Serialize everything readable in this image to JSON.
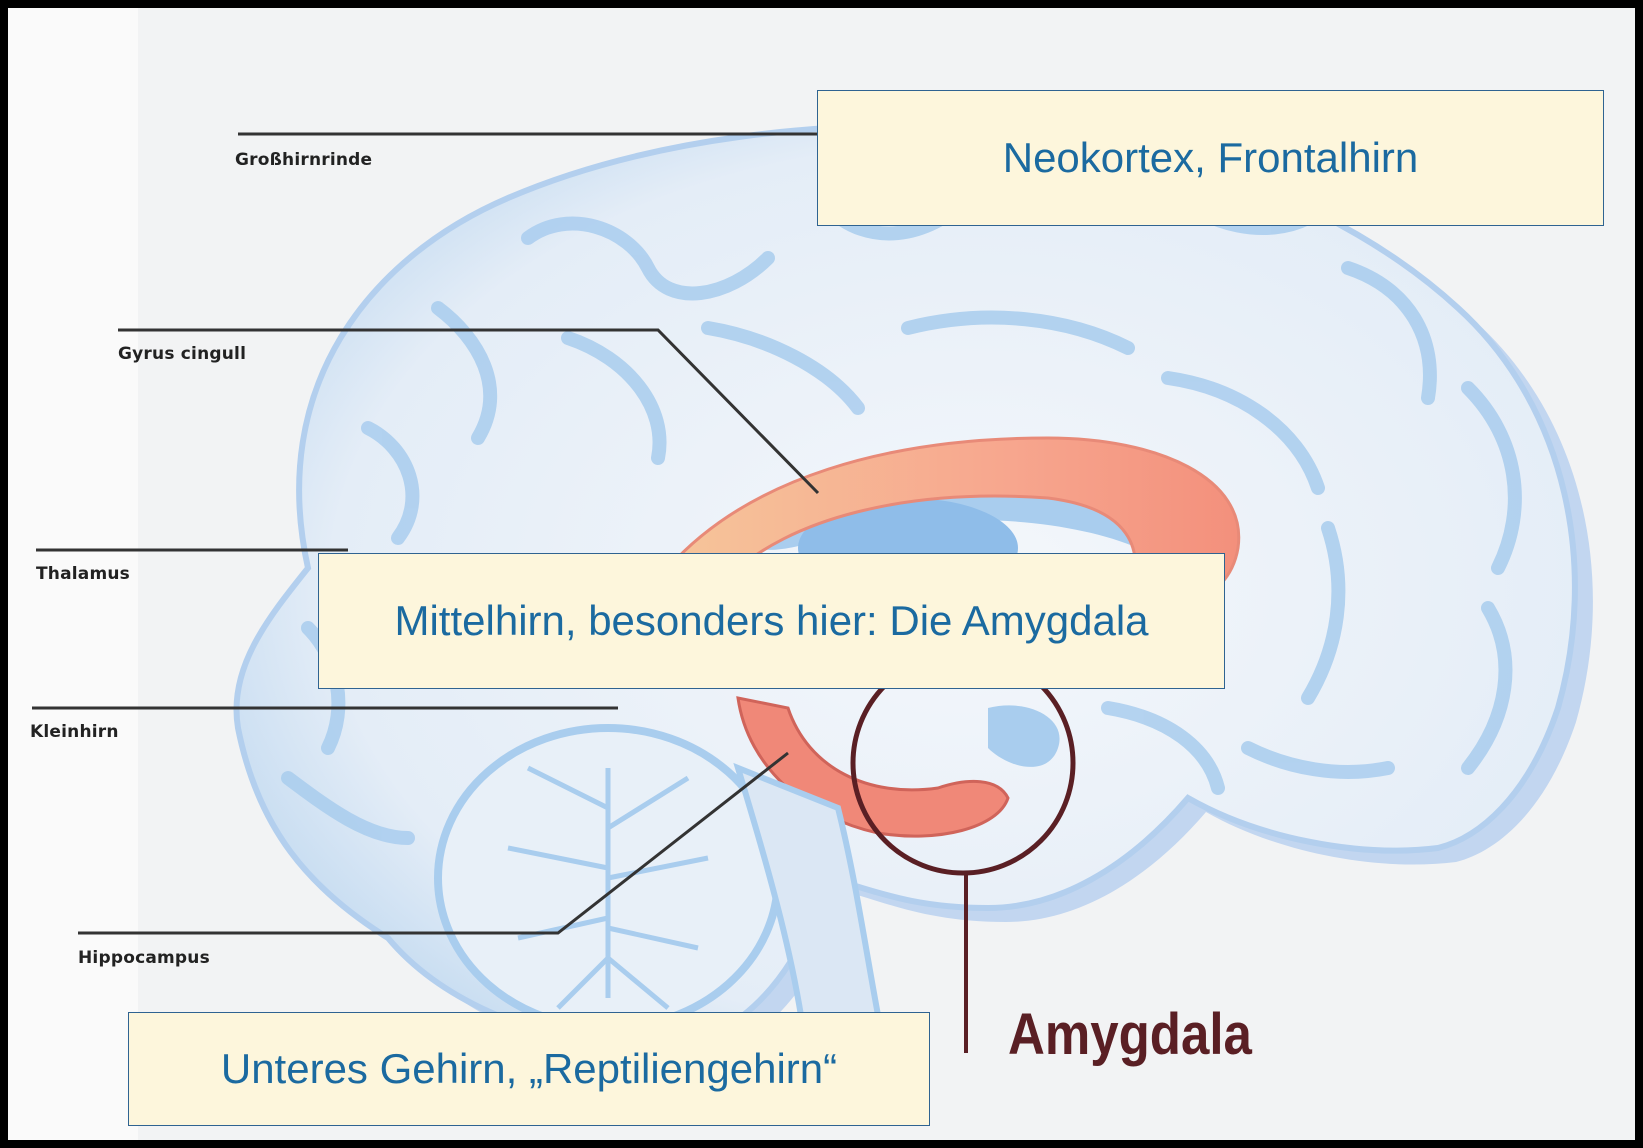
{
  "labels": {
    "grosshirnrinde": "Großhirnrinde",
    "gyrus_cinguli": "Gyrus cingull",
    "thalamus": "Thalamus",
    "kleinhirn": "Kleinhirn",
    "hippocampus": "Hippocampus",
    "amygdala": "Amygdala"
  },
  "callouts": {
    "neokortex": "Neokortex, Frontalhirn",
    "mittelhirn": "Mittelhirn, besonders hier: Die Amygdala",
    "unteres": "Unteres Gehirn, „Reptiliengehirn“"
  },
  "colors": {
    "callout_fill": "#fdf6dc",
    "callout_border": "#2f6391",
    "callout_text": "#1b6aa0",
    "amygdala_marker": "#5a1f24",
    "cingulate": "#f6a08a",
    "brain_shade": "#a9cdee"
  }
}
